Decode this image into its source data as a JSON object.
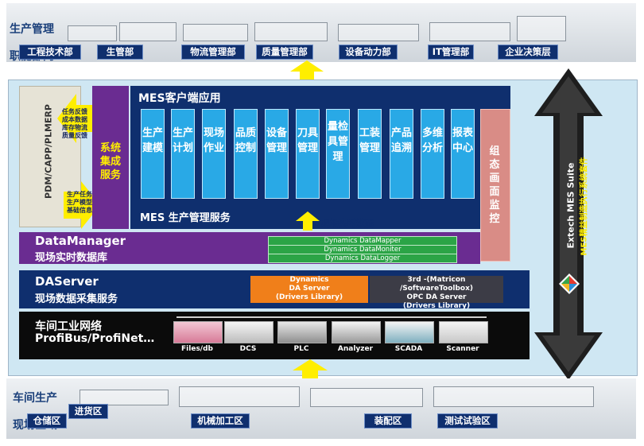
{
  "top_area": {
    "title_line1": "生产管理",
    "title_line2": "职能部门",
    "departments": [
      "工程技术部",
      "生管部",
      "物流管理部",
      "质量管理部",
      "设备动力部",
      "IT管理部",
      "企业决策层"
    ]
  },
  "left_panel": {
    "vertical_label": "PDM/CAPP/PLMERP",
    "feedback_lines": [
      "任务反馈",
      "成本数据",
      "库存物流",
      "质量反馈"
    ],
    "task_lines": [
      "生产任务",
      "生产模型",
      "基础信息"
    ]
  },
  "integration_service": "系统集成服务",
  "mes_client": {
    "title": "MES客户端应用",
    "modules": [
      "生产建模",
      "生产计划",
      "现场作业",
      "品质控制",
      "设备管理",
      "刀具管理",
      "量检具管理",
      "工装管理",
      "产品追溯",
      "多维分析",
      "报表中心"
    ],
    "monitor": "组态画面监控",
    "service_title": "MES 生产管理服务"
  },
  "realtime_data_label": "现场实时数据",
  "data_manager": {
    "title": "DataManager",
    "subtitle": "现场实时数据库",
    "bars": [
      "Dynamics DataMapper",
      "Dynamics DataMoniter",
      "Dynamics DataLogger"
    ]
  },
  "daserver": {
    "title": "DAServer",
    "subtitle": "现场数据采集服务",
    "dynamics_box": [
      "Dynamics",
      "DA Server",
      "(Drivers Library)"
    ],
    "third_party_box": [
      "3rd -(Matricon /SoftwareToolbox)",
      "OPC DA Server",
      "(Drivers Library)"
    ]
  },
  "network": {
    "title": "车间工业网络",
    "subtitle": "ProfiBus/ProfiNet…",
    "devices": [
      "Files/db",
      "DCS",
      "PLC",
      "Analyzer",
      "SCADA",
      "Scanner"
    ]
  },
  "suite": {
    "line1": "Extech MES Suite",
    "line2": "MES精益制造执行系统套件"
  },
  "bottom_area": {
    "title_line1": "车间生产",
    "title_line2": "现场区域",
    "zones": [
      "仓储区",
      "进货区",
      "机械加工区",
      "装配区",
      "测试试验区"
    ]
  },
  "colors": {
    "navy": "#0f2f6e",
    "module_blue": "#29a9e6",
    "purple": "#6a2c91",
    "orange": "#f07f1a",
    "green": "#2ba446",
    "yellow": "#ffee00",
    "monitor_pink": "#d98c86"
  }
}
